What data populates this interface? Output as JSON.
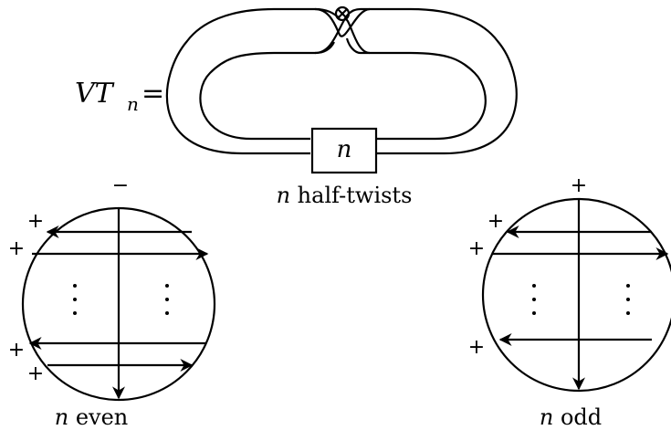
{
  "knot": {
    "name_label": "VT",
    "name_subscript": "n",
    "equals": "=",
    "box_label": "n",
    "caption_var": "n",
    "caption_text": " half-twists"
  },
  "left_disc": {
    "top_sign": "−",
    "signs": [
      "+",
      "+",
      "+",
      "+"
    ],
    "caption_var": "n",
    "caption_text": " even"
  },
  "right_disc": {
    "top_sign": "+",
    "signs": [
      "+",
      "+",
      "+"
    ],
    "caption_var": "n",
    "caption_text": " odd"
  }
}
